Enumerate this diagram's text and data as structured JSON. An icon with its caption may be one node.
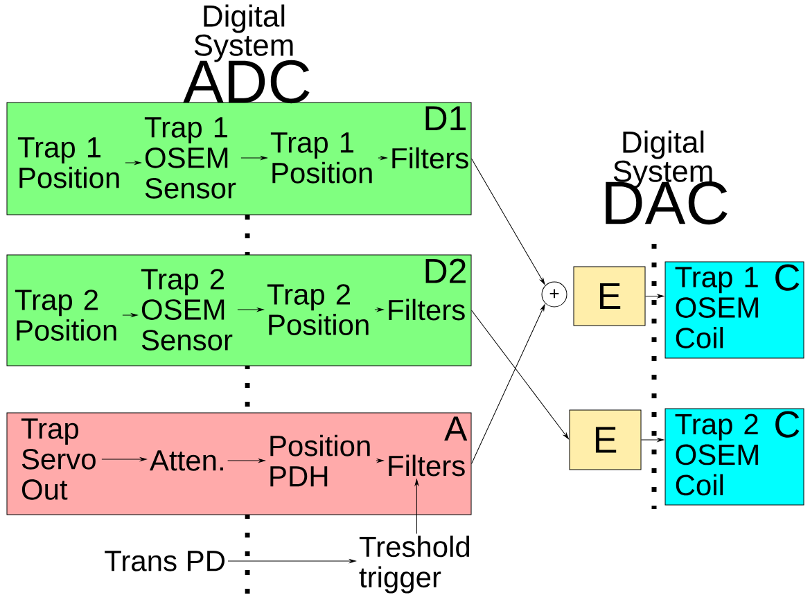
{
  "diagram": {
    "nodes": [
      {
        "text": [
          "D1"
        ]
      },
      {
        "text": [
          "Trap 1 Position"
        ],
        "in": 0
      },
      {
        "text": [
          "Trap 1 OSEM Sensor"
        ],
        "in": 0
      },
      {
        "text": [
          "Trap 1 Position"
        ],
        "in": 0
      },
      {
        "text": [
          "Filters"
        ],
        "in": 0
      },
      {
        "text": [
          "D2"
        ]
      },
      {
        "text": [
          "Trap 2 Position"
        ],
        "in": 5
      },
      {
        "text": [
          "Trap 2 OSEM Sensor"
        ],
        "in": 5
      },
      {
        "text": [
          "Trap 2 Position"
        ],
        "in": 5
      },
      {
        "text": [
          "Filters"
        ],
        "in": 5
      },
      {
        "text": [
          "A"
        ]
      },
      {
        "text": [
          "Trap Servo Out"
        ],
        "in": 10
      },
      {
        "text": [
          "Atten."
        ],
        "in": 10
      },
      {
        "text": [
          "Position PDH"
        ],
        "in": 10
      },
      {
        "text": [
          "Filters"
        ],
        "in": 10
      },
      {
        "text": [
          "Trans PD"
        ]
      },
      {
        "text": [
          "Treshold trigger"
        ]
      },
      {
        "text": [
          "+"
        ]
      },
      {
        "text": [
          "E"
        ]
      },
      {
        "text": [
          "Trap 1 OSEM Coil",
          "C"
        ]
      },
      {
        "text": [
          "E"
        ]
      },
      {
        "text": [
          "Trap 2 OSEM Coil",
          "C"
        ]
      }
    ],
    "edges": [
      {
        "from": 1,
        "to": 2,
        "arrow": "to"
      },
      {
        "from": 2,
        "to": 3,
        "arrow": "to"
      },
      {
        "from": 3,
        "to": 4,
        "arrow": "to"
      },
      {
        "from": 6,
        "to": 7,
        "arrow": "to"
      },
      {
        "from": 7,
        "to": 8,
        "arrow": "to"
      },
      {
        "from": 8,
        "to": 9,
        "arrow": "to"
      },
      {
        "from": 11,
        "to": 12,
        "arrow": "to"
      },
      {
        "from": 12,
        "to": 13,
        "arrow": "to"
      },
      {
        "from": 13,
        "to": 14,
        "arrow": "to"
      },
      {
        "from": 16,
        "to": 14,
        "arrow": "to"
      },
      {
        "from": 15,
        "to": 16,
        "arrow": "to"
      },
      {
        "from": 0,
        "to": 17,
        "arrow": "to"
      },
      {
        "from": 5,
        "to": 20,
        "arrow": "to"
      },
      {
        "from": 10,
        "to": 17,
        "arrow": "to"
      },
      {
        "from": 18,
        "to": 19,
        "arrow": "to"
      },
      {
        "from": 20,
        "to": 21,
        "arrow": "to"
      }
    ],
    "labels": [
      "Digital System",
      "ADC",
      "Digital System",
      "DAC"
    ]
  }
}
